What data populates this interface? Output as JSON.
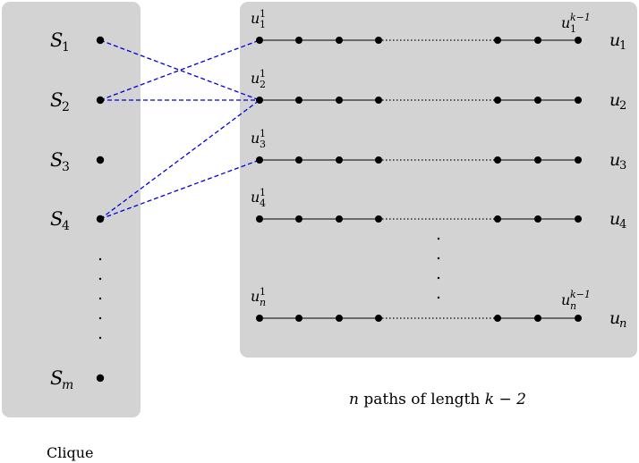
{
  "clique": {
    "caption": "Clique",
    "vertices": [
      {
        "name": "S",
        "sub": "1"
      },
      {
        "name": "S",
        "sub": "2"
      },
      {
        "name": "S",
        "sub": "3"
      },
      {
        "name": "S",
        "sub": "4"
      },
      {
        "name": "S",
        "sub": "m"
      }
    ]
  },
  "paths": {
    "caption_var": "n",
    "caption_text": " paths of length ",
    "caption_expr": "k − 2",
    "rows": [
      {
        "label": "u",
        "sub": "1",
        "first_top": "u",
        "first_sup": "1",
        "first_sub": "1",
        "last_top": "u",
        "last_sup": "k−1",
        "last_sub": "1"
      },
      {
        "label": "u",
        "sub": "2",
        "first_top": "u",
        "first_sup": "1",
        "first_sub": "2"
      },
      {
        "label": "u",
        "sub": "3",
        "first_top": "u",
        "first_sup": "1",
        "first_sub": "3"
      },
      {
        "label": "u",
        "sub": "4",
        "first_top": "u",
        "first_sup": "1",
        "first_sub": "4"
      },
      {
        "label": "u",
        "sub": "n",
        "first_top": "u",
        "first_sup": "1",
        "first_sub": "n",
        "last_top": "u",
        "last_sup": "k−1",
        "last_sub": "n"
      }
    ]
  },
  "edges": [
    {
      "from": "S_1",
      "to": "u_2^1"
    },
    {
      "from": "S_2",
      "to": "u_1^1"
    },
    {
      "from": "S_2",
      "to": "u_2^1"
    },
    {
      "from": "S_4",
      "to": "u_2^1"
    },
    {
      "from": "S_4",
      "to": "u_3^1"
    }
  ],
  "colors": {
    "panel": "#d3d3d3",
    "edge": "#0000dd",
    "node": "#000000"
  }
}
